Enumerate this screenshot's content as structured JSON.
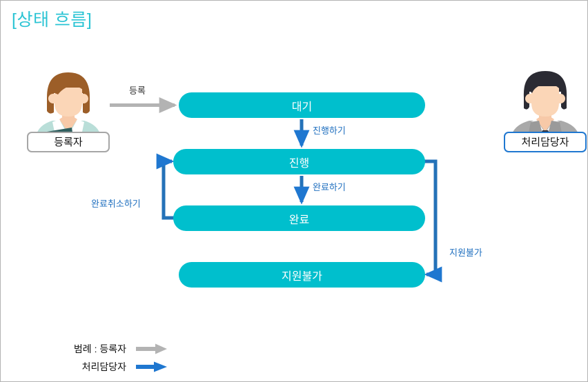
{
  "page": {
    "title": "[상태 흐름]",
    "title_color": "#2bc4d4",
    "background": "#ffffff",
    "border_color": "#b3b3b3"
  },
  "colors": {
    "state_fill": "#00bfcd",
    "state_text": "#ffffff",
    "handler_arrow": "#1f77d0",
    "registrant_arrow": "#b3b3b3",
    "edge_label": "#1f6fbf"
  },
  "actors": [
    {
      "id": "registrant",
      "label": "등록자",
      "icon": "woman-with-tablet-avatar",
      "border_color": "#a6a6a6"
    },
    {
      "id": "handler",
      "label": "처리담당자",
      "icon": "man-in-suit-avatar",
      "border_color": "#1f77d0"
    }
  ],
  "states": [
    {
      "id": "daegi",
      "label": "대기"
    },
    {
      "id": "jinhaeng",
      "label": "진행"
    },
    {
      "id": "wanryo",
      "label": "완료"
    },
    {
      "id": "jiwon",
      "label": "지원불가"
    }
  ],
  "transitions": [
    {
      "id": "register",
      "label": "등록",
      "from": "registrant",
      "to": "daegi",
      "actor": "registrant"
    },
    {
      "id": "proceed",
      "label": "진행하기",
      "from": "daegi",
      "to": "jinhaeng",
      "actor": "handler"
    },
    {
      "id": "complete",
      "label": "완료하기",
      "from": "jinhaeng",
      "to": "wanryo",
      "actor": "handler"
    },
    {
      "id": "uncomplete",
      "label": "완료취소하기",
      "from": "wanryo",
      "to": "jinhaeng",
      "actor": "handler"
    },
    {
      "id": "unsupport",
      "label": "지원불가",
      "from": "jinhaeng",
      "to": "jiwon",
      "actor": "handler"
    }
  ],
  "legend": {
    "prefix": "범례 : ",
    "items": [
      {
        "id": "registrant",
        "label": "등록자",
        "arrow_color": "#b3b3b3"
      },
      {
        "id": "handler",
        "label": "처리담당자",
        "arrow_color": "#1f77d0"
      }
    ]
  }
}
